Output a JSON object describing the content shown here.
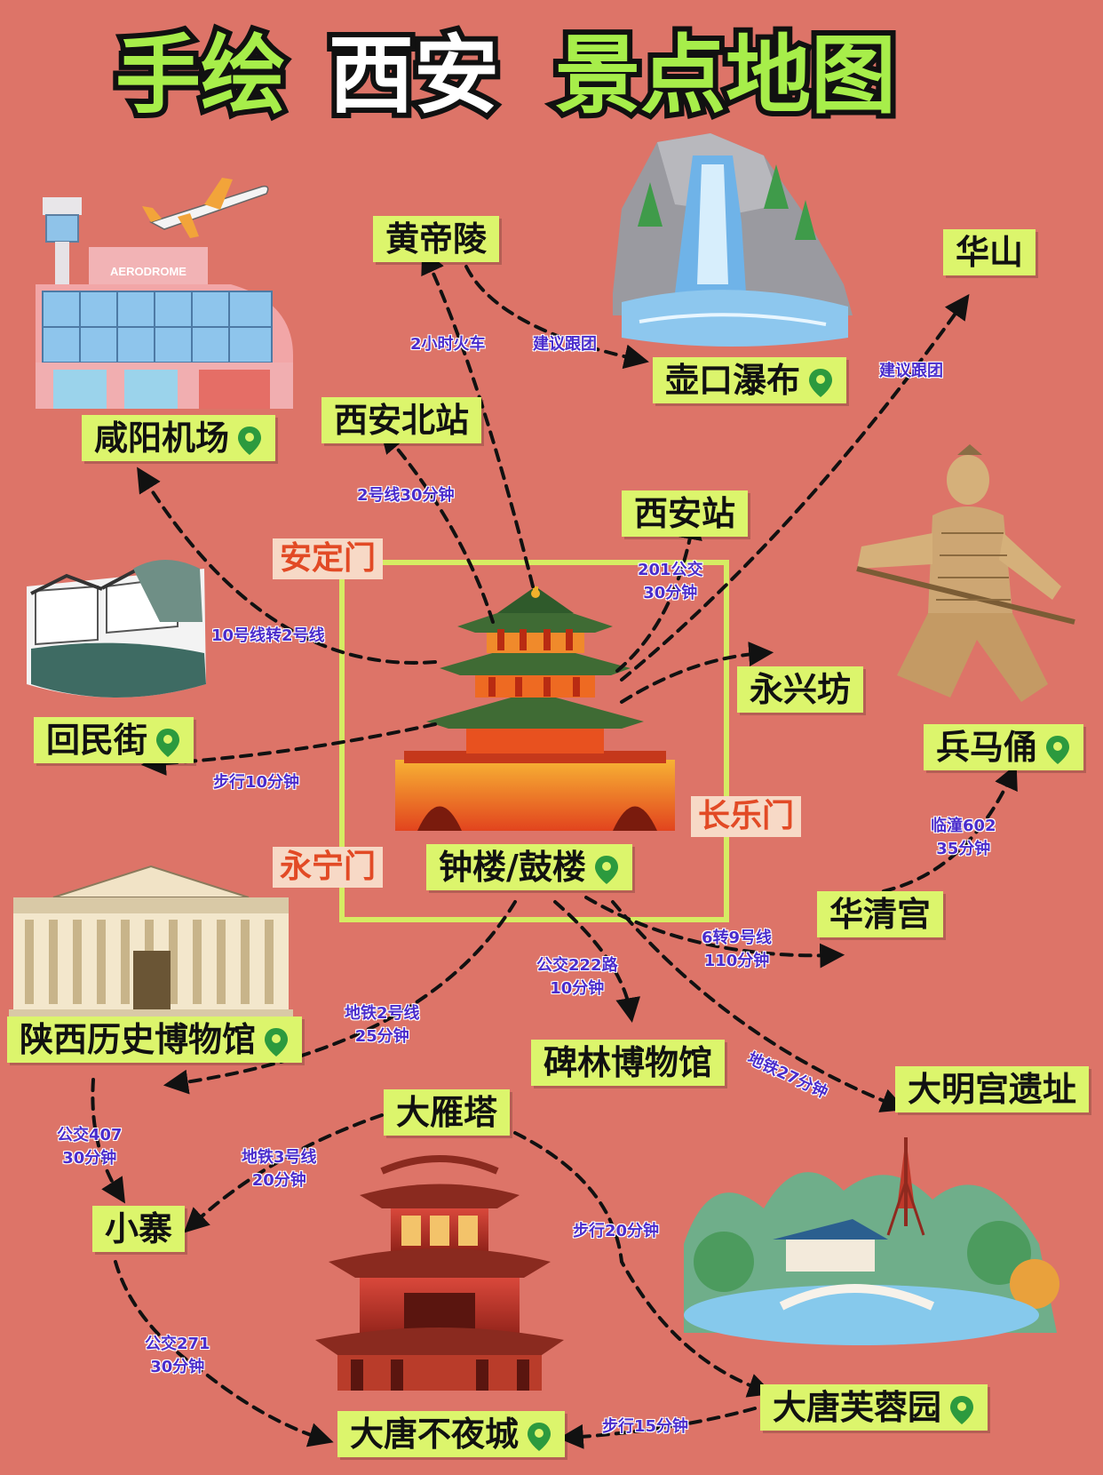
{
  "title": {
    "parts": [
      "手绘",
      "西安",
      "景点地图"
    ]
  },
  "colors": {
    "background": "#dd7468",
    "label_bg": "#dcf56c",
    "title_green": "#a7ee4a",
    "route_text": "#4a2ccc",
    "gate_text": "#e24a25",
    "pin": "#2c9a3e",
    "city_wall": "#d6ec63"
  },
  "places": {
    "huangdiling": {
      "name": "黄帝陵",
      "pin": false
    },
    "hukou": {
      "name": "壶口瀑布",
      "pin": true
    },
    "huashan": {
      "name": "华山",
      "pin": false
    },
    "xianyang": {
      "name": "咸阳机场",
      "pin": true
    },
    "xian_north": {
      "name": "西安北站",
      "pin": false
    },
    "xian_station": {
      "name": "西安站",
      "pin": false
    },
    "huimin": {
      "name": "回民街",
      "pin": true
    },
    "yongxing": {
      "name": "永兴坊",
      "pin": false
    },
    "bingmayong": {
      "name": "兵马俑",
      "pin": true
    },
    "zhonglou": {
      "name": "钟楼/鼓楼",
      "pin": true
    },
    "huaqing": {
      "name": "华清宫",
      "pin": false
    },
    "shaanxi_museum": {
      "name": "陕西历史博物馆",
      "pin": true
    },
    "beilin": {
      "name": "碑林博物馆",
      "pin": false
    },
    "daming": {
      "name": "大明宫遗址",
      "pin": false
    },
    "dayanta": {
      "name": "大雁塔",
      "pin": false
    },
    "xiaozhai": {
      "name": "小寨",
      "pin": false
    },
    "datang_buyecheng": {
      "name": "大唐不夜城",
      "pin": true
    },
    "furongyuan": {
      "name": "大唐芙蓉园",
      "pin": true
    }
  },
  "gates": {
    "anding": "安定门",
    "changle": "长乐门",
    "yongning": "永宁门"
  },
  "routes": {
    "train_2h": [
      "2小时火车"
    ],
    "tour_hukou": [
      "建议跟团"
    ],
    "tour_huashan": [
      "建议跟团"
    ],
    "line2_30": [
      "2号线30分钟"
    ],
    "bus201": [
      "201公交",
      "30分钟"
    ],
    "line10_2": [
      "10号线转2号线"
    ],
    "walk10": [
      "步行10分钟"
    ],
    "lintong602": [
      "临潼602",
      "35分钟"
    ],
    "line6_9": [
      "6转9号线",
      "110分钟"
    ],
    "bus222": [
      "公交222路",
      "10分钟"
    ],
    "metro2_25": [
      "地铁2号线",
      "25分钟"
    ],
    "metro27": [
      "地铁27分钟"
    ],
    "bus407": [
      "公交407",
      "30分钟"
    ],
    "metro3": [
      "地铁3号线",
      "20分钟"
    ],
    "walk20": [
      "步行20分钟"
    ],
    "bus271": [
      "公交271",
      "30分钟"
    ],
    "walk15": [
      "步行15分钟"
    ]
  },
  "illustrations": {
    "airport_sign": "AERODROME",
    "airport": "airport-building-illustration",
    "plane": "airplane-illustration",
    "waterfall": "waterfall-illustration",
    "old_street": "old-street-illustration",
    "terracotta": "terracotta-warrior-illustration",
    "bell_tower": "bell-tower-illustration",
    "museum": "museum-building-illustration",
    "pavilion": "pavilion-illustration",
    "garden": "garden-park-illustration"
  }
}
